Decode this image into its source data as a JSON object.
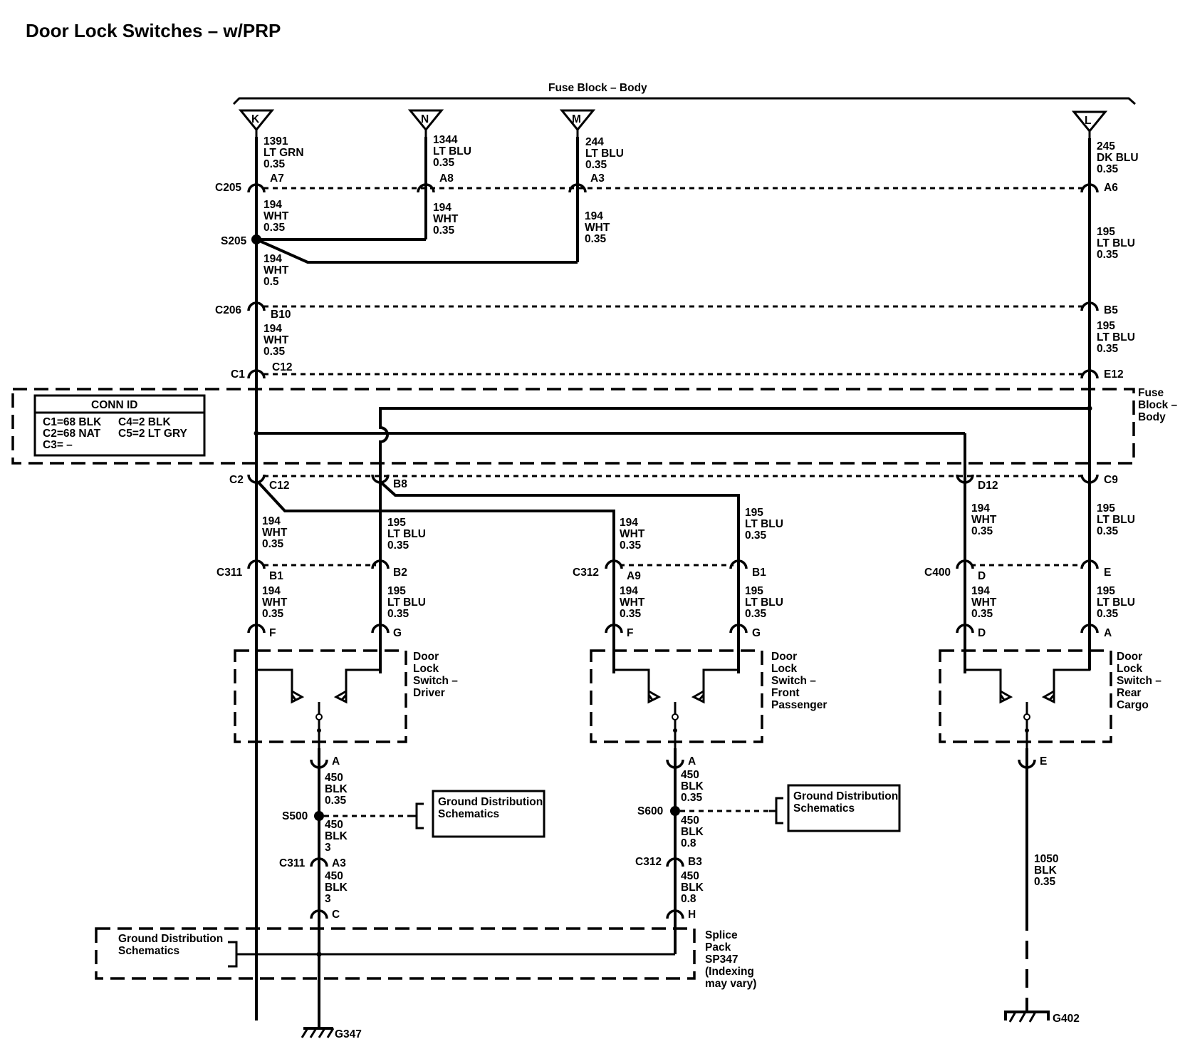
{
  "title": "Door Lock Switches – w/PRP",
  "fuse_block_top": "Fuse Block – Body",
  "fuse_block_side": [
    "Fuse",
    "Block –",
    "Body"
  ],
  "fuses": [
    "K",
    "N",
    "M",
    "L"
  ],
  "wires": {
    "k": [
      "1391",
      "LT GRN",
      "0.35"
    ],
    "n": [
      "1344",
      "LT BLU",
      "0.35"
    ],
    "m": [
      "244",
      "LT BLU",
      "0.35"
    ],
    "l": [
      "245",
      "DK BLU",
      "0.35"
    ],
    "w194_035": [
      "194",
      "WHT",
      "0.35"
    ],
    "w194_05": [
      "194",
      "WHT",
      "0.5"
    ],
    "w195_035": [
      "195",
      "LT BLU",
      "0.35"
    ],
    "w450_035": [
      "450",
      "BLK",
      "0.35"
    ],
    "w450_3": [
      "450",
      "BLK",
      "3"
    ],
    "w450_08": [
      "450",
      "BLK",
      "0.8"
    ],
    "w1050": [
      "1050",
      "BLK",
      "0.35"
    ]
  },
  "connectors": [
    "C205",
    "C206",
    "C1",
    "C2",
    "C311",
    "C312",
    "C400"
  ],
  "splices": [
    "S205",
    "S500",
    "S600"
  ],
  "pins": {
    "a7": "A7",
    "a8": "A8",
    "a3": "A3",
    "a6": "A6",
    "b10": "B10",
    "b5": "B5",
    "c12": "C12",
    "e12": "E12",
    "b8": "B8",
    "d12": "D12",
    "c9": "C9",
    "b1": "B1",
    "b2": "B2",
    "a9": "A9",
    "d": "D",
    "e": "E",
    "f": "F",
    "g": "G",
    "a": "A",
    "c": "C",
    "h": "H",
    "b3": "B3"
  },
  "conn_id": {
    "title": "CONN ID",
    "c1": "C1=68 BLK",
    "c2": "C2=68 NAT",
    "c3": "C3= –",
    "c4": "C4=2 BLK",
    "c5": "C5=2 LT GRY"
  },
  "switches": {
    "driver": [
      "Door",
      "Lock",
      "Switch –",
      "Driver"
    ],
    "front": [
      "Door",
      "Lock",
      "Switch –",
      "Front",
      "Passenger"
    ],
    "rear": [
      "Door",
      "Lock",
      "Switch –",
      "Rear",
      "Cargo"
    ]
  },
  "ground_dist": [
    "Ground Distribution",
    "Schematics"
  ],
  "splice_pack": [
    "Splice",
    "Pack",
    "SP347",
    "(Indexing",
    "may vary)"
  ],
  "grounds": [
    "G347",
    "G402"
  ]
}
